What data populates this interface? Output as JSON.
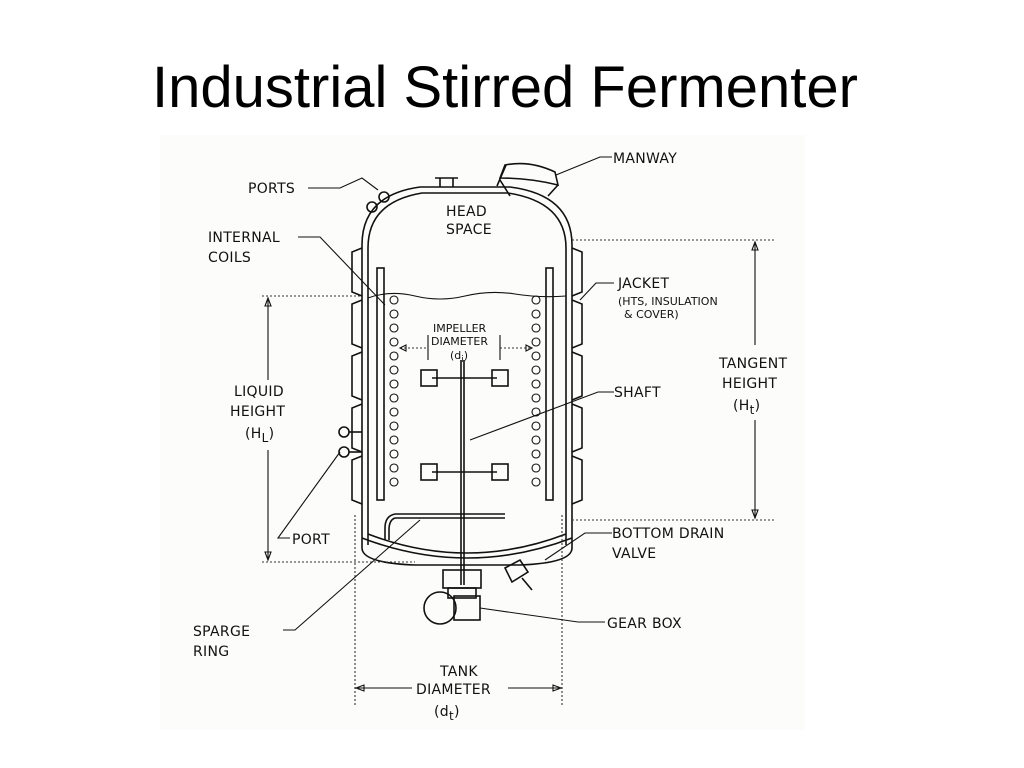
{
  "title": "Industrial Stirred Fermenter",
  "labels": {
    "manway": "MANWAY",
    "ports": "PORTS",
    "head_space_1": "HEAD",
    "head_space_2": "SPACE",
    "internal_coils_1": "INTERNAL",
    "internal_coils_2": "COILS",
    "jacket": "JACKET",
    "jacket_note_1": "(HTS, INSULATION",
    "jacket_note_2": "& COVER)",
    "impeller_1": "IMPELLER",
    "impeller_2": "DIAMETER",
    "impeller_3": "(d",
    "impeller_sub": "i",
    "impeller_close": ")",
    "tangent_1": "TANGENT",
    "tangent_2": "HEIGHT",
    "tangent_3": "(H",
    "tangent_sub": "t",
    "tangent_close": ")",
    "liquid_1": "LIQUID",
    "liquid_2": "HEIGHT",
    "liquid_3": "(H",
    "liquid_sub": "L",
    "liquid_close": ")",
    "shaft": "SHAFT",
    "port": "PORT",
    "bottom_drain_1": "BOTTOM DRAIN",
    "bottom_drain_2": "VALVE",
    "sparge_1": "SPARGE",
    "sparge_2": "RING",
    "gear_box": "GEAR BOX",
    "tank_1": "TANK",
    "tank_2": "DIAMETER",
    "tank_3": "(d",
    "tank_sub": "t",
    "tank_close": ")"
  }
}
